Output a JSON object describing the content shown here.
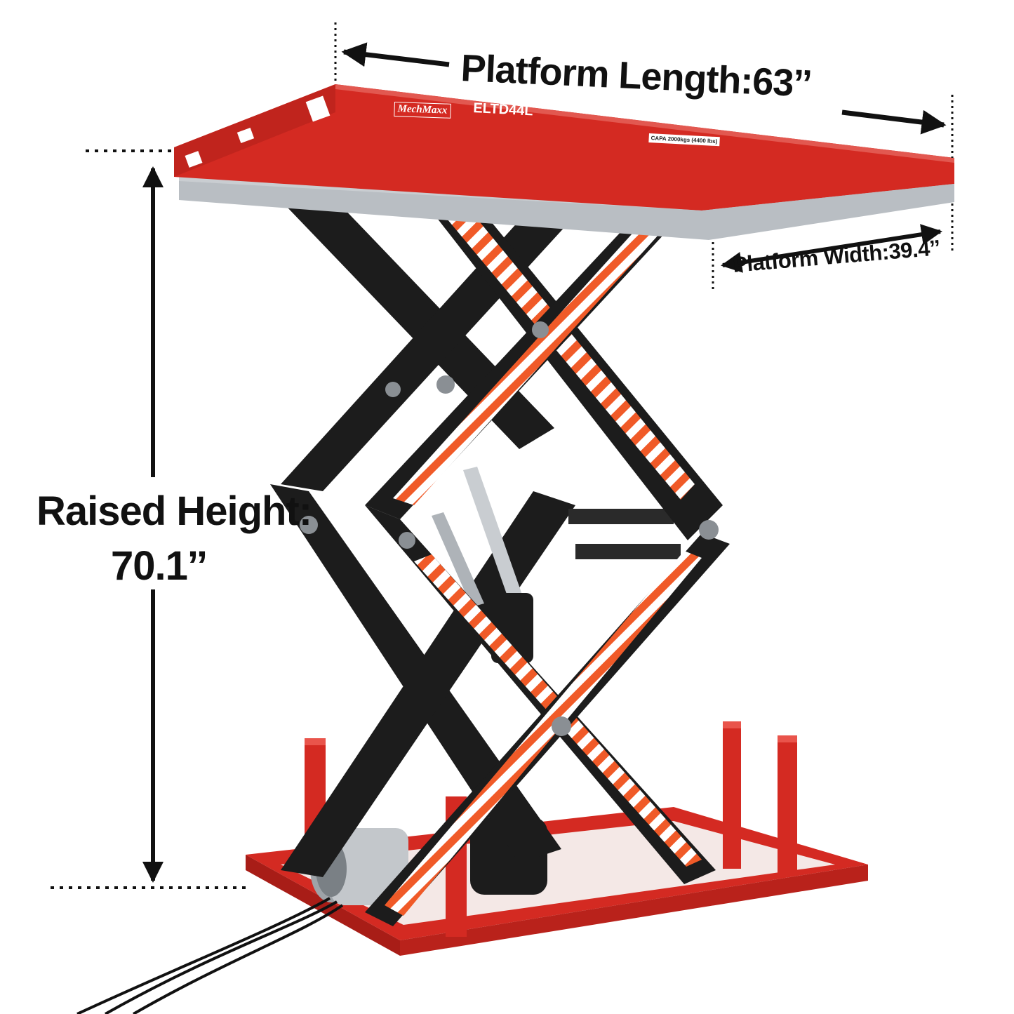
{
  "dimensions": {
    "platform_length": "Platform Length:63’’",
    "platform_width": "Platform Width:39.4’’",
    "raised_height_line1": "Raised Height:",
    "raised_height_line2": "70.1’’"
  },
  "product": {
    "brand": "MechMaxx",
    "model": "ELTD44L",
    "capacity_plate": "CAPA 2000kgs (4400 lbs)"
  },
  "colors": {
    "frame_red": "#d42a22",
    "scissor_black": "#1c1c1c",
    "reflective_orange": "#f05a28",
    "platform_silver": "#c9cdd1"
  }
}
